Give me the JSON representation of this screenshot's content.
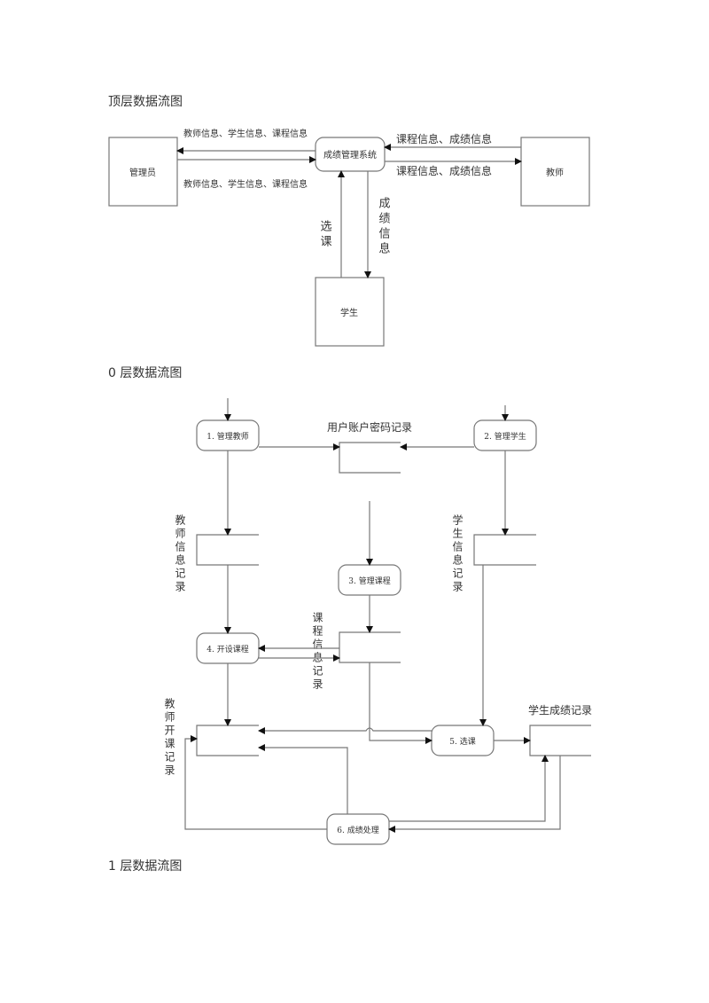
{
  "headings": {
    "top_level": "顶层数据流图",
    "level0": "0 层数据流图",
    "level1": "1 层数据流图"
  },
  "top_diagram": {
    "entities": {
      "admin": "管理员",
      "teacher": "教师",
      "student": "学生"
    },
    "process": "成绩管理系统",
    "flows": {
      "system_to_admin": "教师信息、学生信息、课程信息",
      "admin_to_system": "教师信息、学生信息、课程信息",
      "teacher_to_system": "课程信息、成绩信息",
      "system_to_teacher": "课程信息、成绩信息",
      "student_to_system": "选课",
      "system_to_student": "成绩信息"
    }
  },
  "level0_diagram": {
    "processes": {
      "p1": "1. 管理教师",
      "p2": "2. 管理学生",
      "p3": "3. 管理课程",
      "p4": "4. 开设课程",
      "p5": "5. 选课",
      "p6": "6. 成绩处理"
    },
    "stores": {
      "account": "用户账户密码记录",
      "teacher_info": "教师信息记录",
      "student_info": "学生信息记录",
      "course_info": "课程信息记录",
      "teacher_course": "教师开课记录",
      "student_score": "学生成绩记录"
    }
  }
}
